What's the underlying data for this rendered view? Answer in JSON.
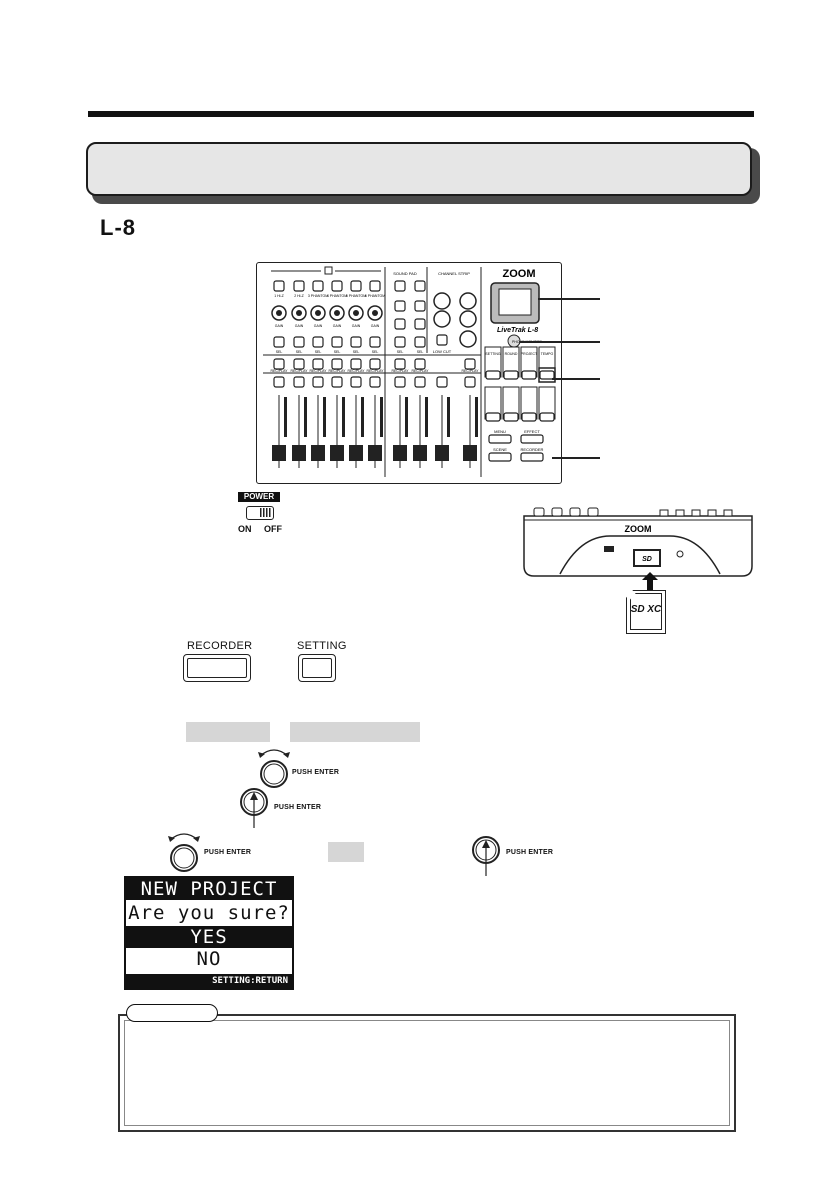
{
  "header": {
    "model_label": "L-8"
  },
  "mixer": {
    "brand": "ZOOM",
    "product": "LiveTrak L-8",
    "strip_title": "CHANNEL STRIP",
    "sound_pad": "SOUND PAD",
    "gain": "GAIN",
    "sel": "SEL",
    "rec_play": "REC/PLAY",
    "low_cut": "LOW CUT",
    "menu": "MENU",
    "effect": "EFFECT",
    "scene": "SCENE",
    "recorder": "RECORDER",
    "phone_monitor": "PHONE MONITOR",
    "ch_labels": [
      "1 Hi-Z",
      "2 Hi-Z",
      "3 PHANTOM",
      "4 PHANTOM",
      "5 PHANTOM",
      "6 PHANTOM"
    ],
    "mode_labels": [
      "SETTING",
      "ROUND",
      "PROJECT",
      "TEMPO"
    ]
  },
  "power": {
    "label": "POWER",
    "on": "ON",
    "off": "OFF"
  },
  "sdcard": {
    "slot_label": "SD",
    "card_label": "SD XC"
  },
  "buttons": {
    "recorder": "RECORDER",
    "setting": "SETTING"
  },
  "dial": {
    "push_enter": "PUSH ENTER"
  },
  "lcd": {
    "title": "NEW PROJECT",
    "question": "Are you sure?",
    "yes": "YES",
    "no": "NO",
    "footer": "SETTING:RETURN"
  }
}
